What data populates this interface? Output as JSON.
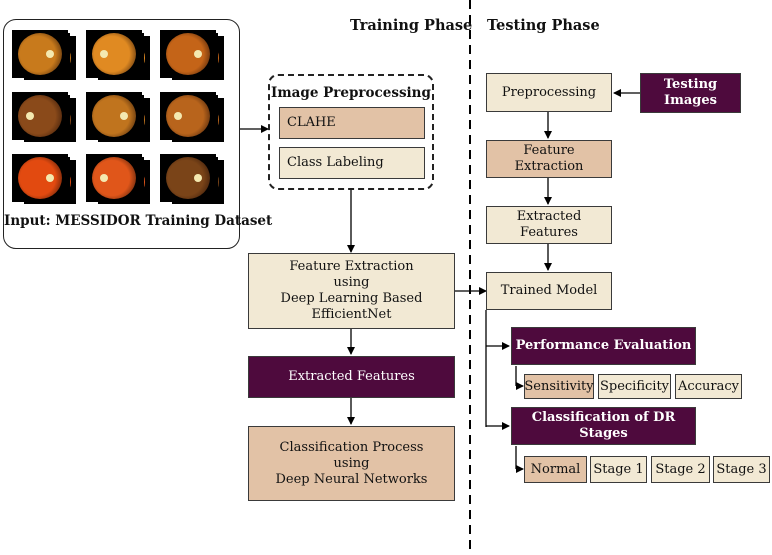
{
  "training": {
    "phase_title": "Training Phase",
    "dataset_caption": "Input: MESSIDOR Training Dataset",
    "preprocessing": {
      "title": "Image Preprocessing",
      "steps": [
        "CLAHE",
        "Class Labeling"
      ]
    },
    "feature_extraction": [
      "Feature Extraction",
      "using",
      "Deep Learning Based EfficientNet"
    ],
    "extracted_features": "Extracted Features",
    "classification": [
      "Classification Process",
      "using",
      "Deep Neural Networks"
    ]
  },
  "testing": {
    "phase_title": "Testing Phase",
    "testing_images": "Testing Images",
    "preprocessing": "Preprocessing",
    "feature_extraction": "Feature Extraction",
    "extracted_features": "Extracted Features",
    "trained_model": "Trained Model",
    "performance_evaluation": {
      "title": "Performance Evaluation",
      "metrics": [
        "Sensitivity",
        "Specificity",
        "Accuracy"
      ]
    },
    "dr_classification": {
      "title": "Classification of DR Stages",
      "stages": [
        "Normal",
        "Stage 1",
        "Stage 2",
        "Stage 3"
      ]
    }
  },
  "colors": {
    "cream": "#f2e9d4",
    "tan": "#e2c2a6",
    "purple": "#4e0a3d",
    "fundus_palette": [
      "#c87a1c",
      "#e08a22",
      "#c46418",
      "#8a4a1a",
      "#c0741e",
      "#b8641c",
      "#e24a10",
      "#e0561a",
      "#7a4418"
    ]
  }
}
